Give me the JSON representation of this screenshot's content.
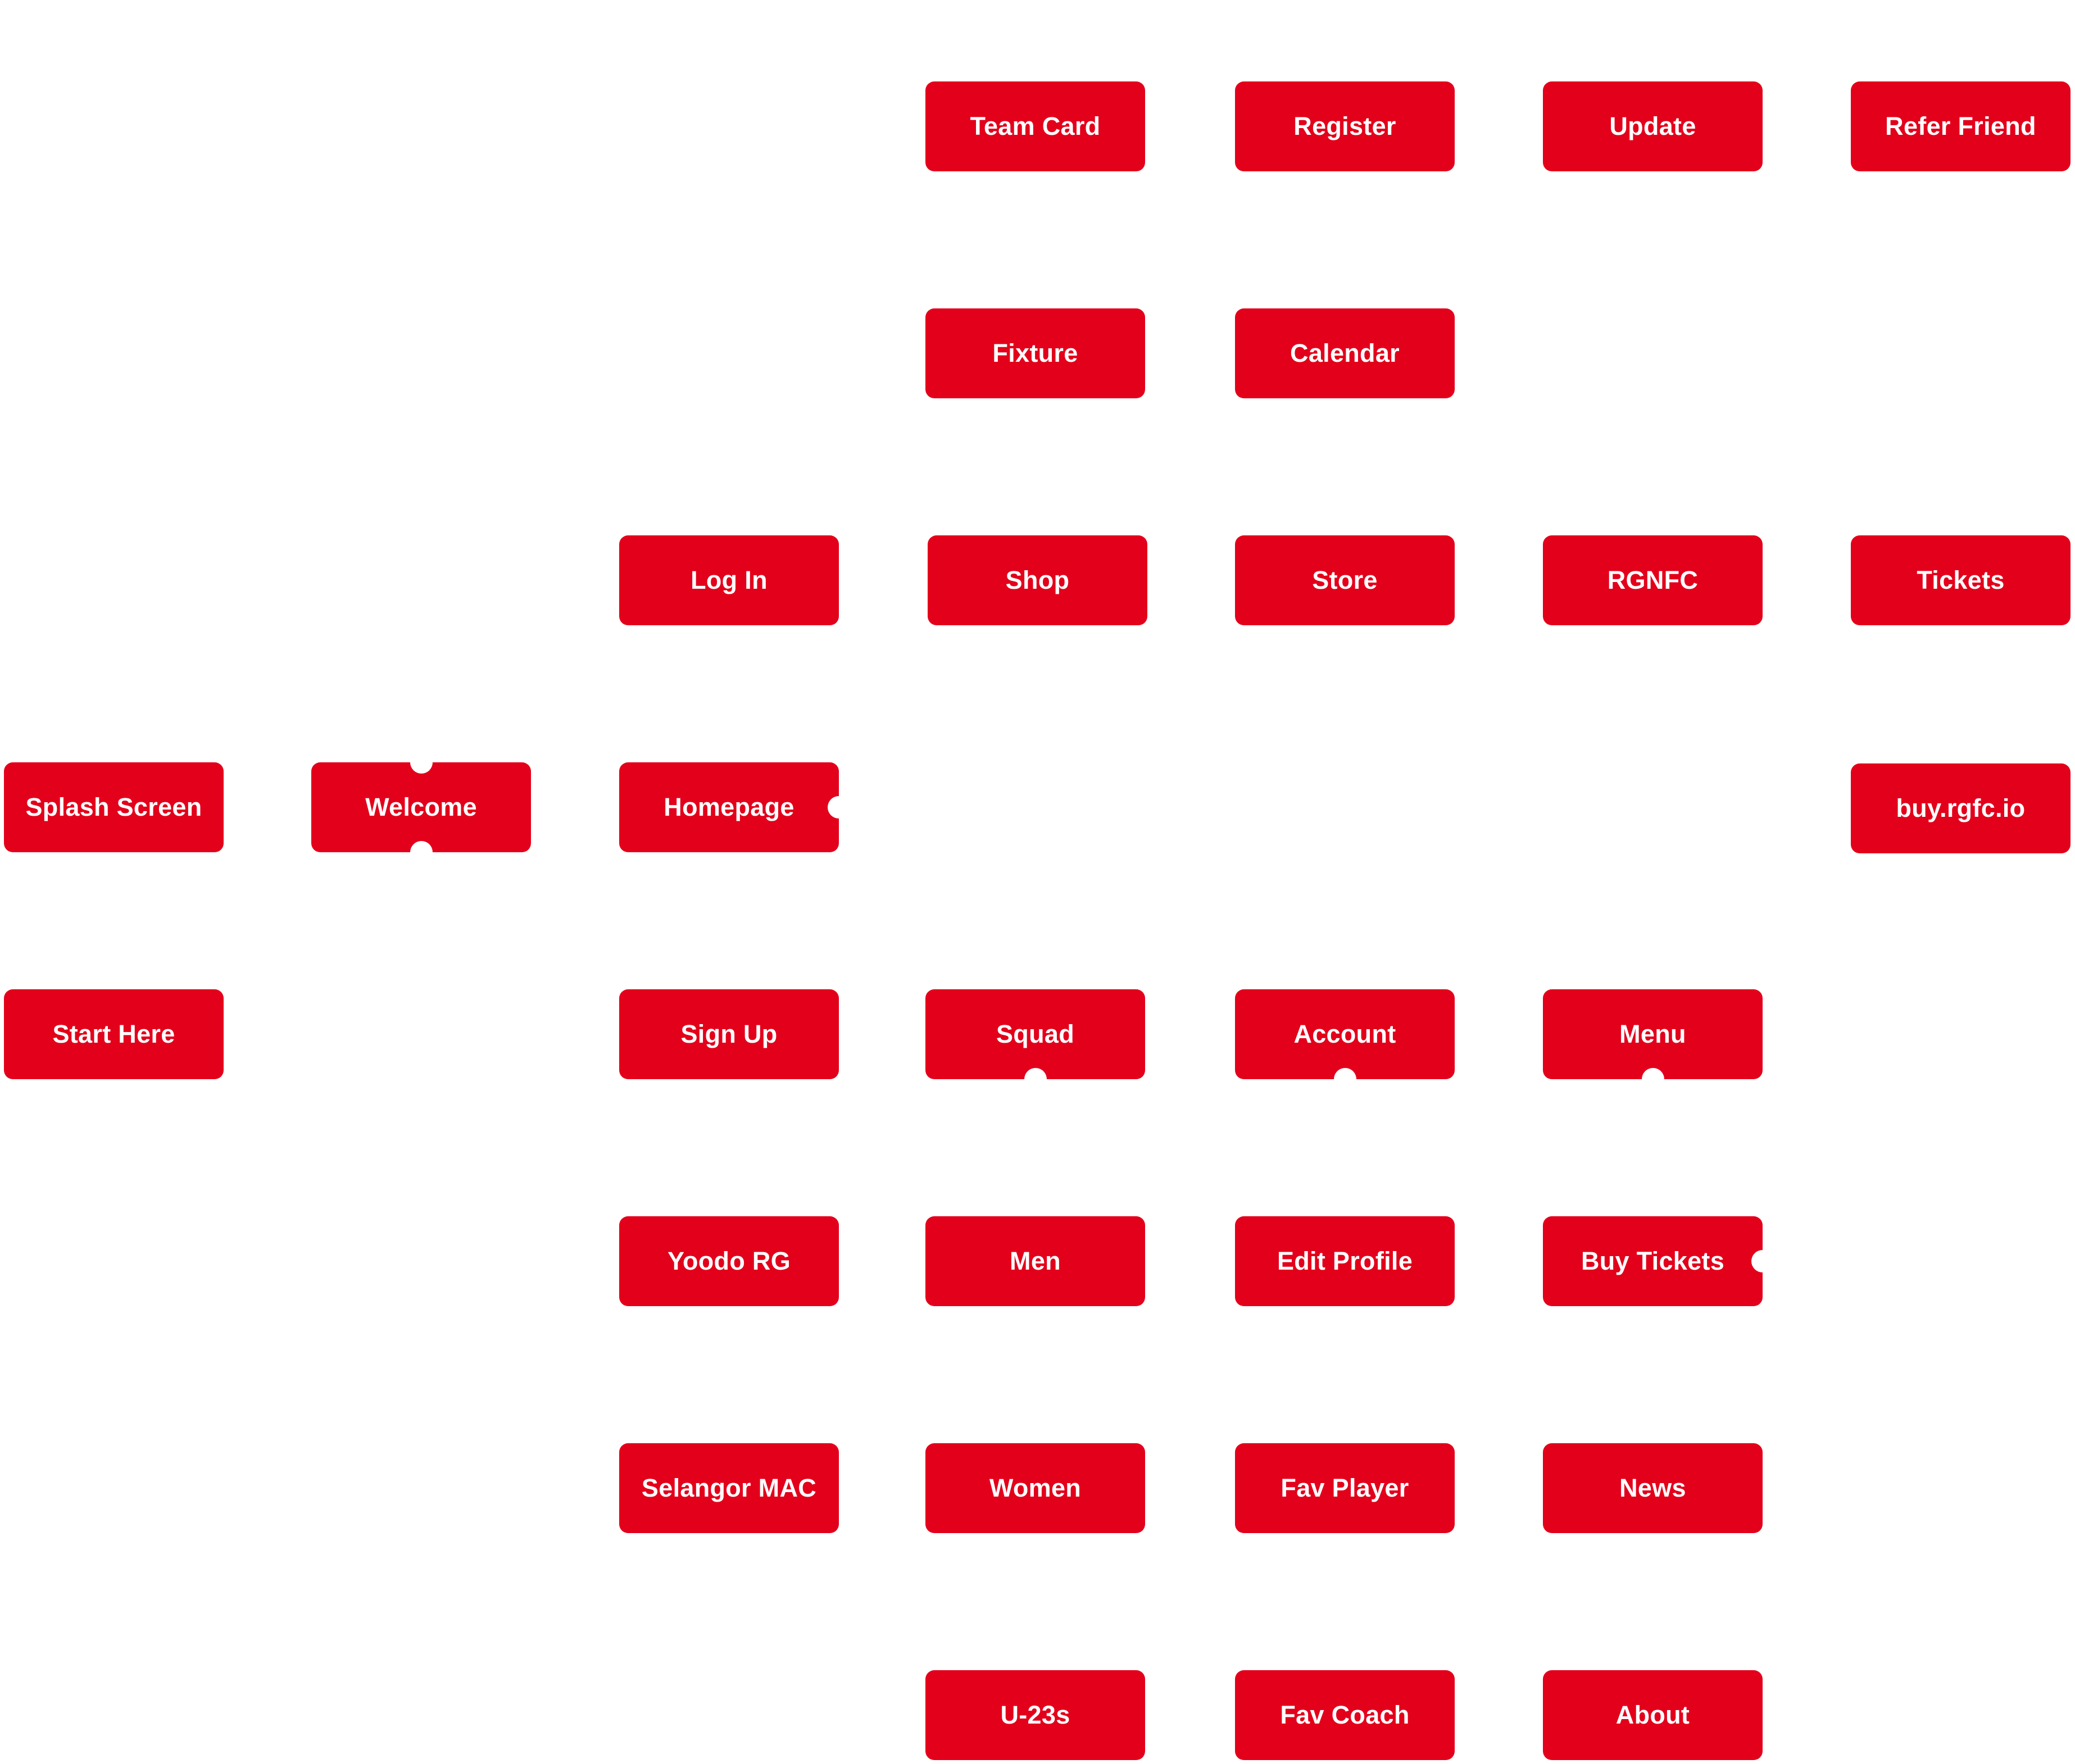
{
  "diagram": {
    "accent_color": "#e3001b",
    "nodes": [
      {
        "id": "team-card",
        "label": "Team Card"
      },
      {
        "id": "register",
        "label": "Register"
      },
      {
        "id": "update",
        "label": "Update"
      },
      {
        "id": "refer-friend",
        "label": "Refer Friend"
      },
      {
        "id": "fixture",
        "label": "Fixture"
      },
      {
        "id": "calendar",
        "label": "Calendar"
      },
      {
        "id": "log-in",
        "label": "Log In"
      },
      {
        "id": "shop",
        "label": "Shop"
      },
      {
        "id": "store",
        "label": "Store"
      },
      {
        "id": "rgnfc",
        "label": "RGNFC"
      },
      {
        "id": "tickets",
        "label": "Tickets"
      },
      {
        "id": "splash-screen",
        "label": "Splash Screen"
      },
      {
        "id": "welcome",
        "label": "Welcome"
      },
      {
        "id": "homepage",
        "label": "Homepage"
      },
      {
        "id": "buy-rgfc-io",
        "label": "buy.rgfc.io"
      },
      {
        "id": "start-here",
        "label": "Start Here"
      },
      {
        "id": "sign-up",
        "label": "Sign Up"
      },
      {
        "id": "squad",
        "label": "Squad"
      },
      {
        "id": "account",
        "label": "Account"
      },
      {
        "id": "menu",
        "label": "Menu"
      },
      {
        "id": "yoodo-rg",
        "label": "Yoodo RG"
      },
      {
        "id": "men",
        "label": "Men"
      },
      {
        "id": "edit-profile",
        "label": "Edit Profile"
      },
      {
        "id": "buy-tickets",
        "label": "Buy Tickets"
      },
      {
        "id": "selangor-mac",
        "label": "Selangor MAC"
      },
      {
        "id": "women",
        "label": "Women"
      },
      {
        "id": "fav-player",
        "label": "Fav Player"
      },
      {
        "id": "news",
        "label": "News"
      },
      {
        "id": "u-23s",
        "label": "U-23s"
      },
      {
        "id": "fav-coach",
        "label": "Fav Coach"
      },
      {
        "id": "about",
        "label": "About"
      }
    ]
  }
}
